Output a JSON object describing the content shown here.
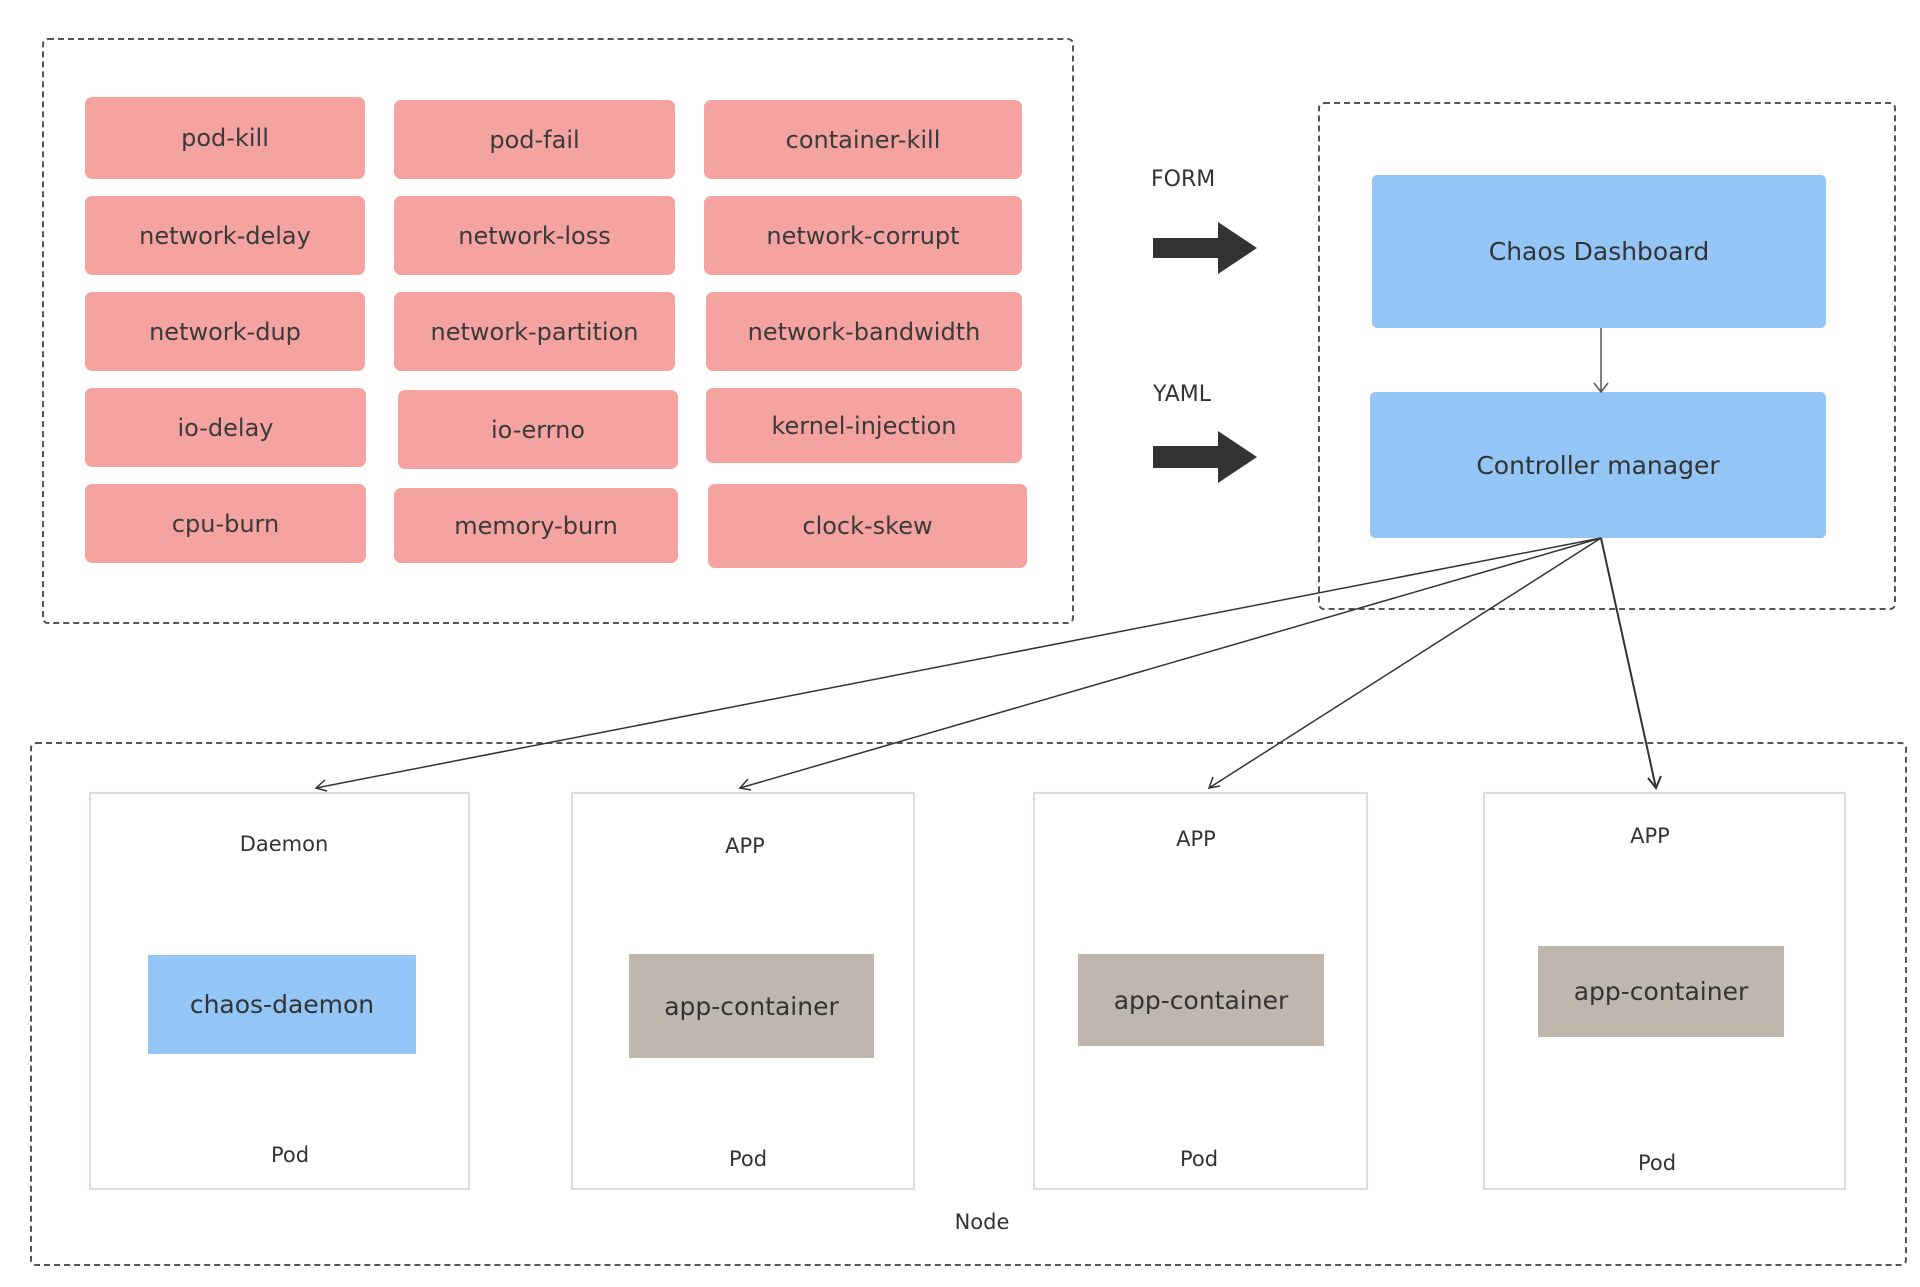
{
  "chaos_types": [
    "pod-kill",
    "pod-fail",
    "container-kill",
    "network-delay",
    "network-loss",
    "network-corrupt",
    "network-dup",
    "network-partition",
    "network-bandwidth",
    "io-delay",
    "io-errno",
    "kernel-injection",
    "cpu-burn",
    "memory-burn",
    "clock-skew"
  ],
  "inputs": {
    "form": "FORM",
    "yaml": "YAML"
  },
  "control_plane": {
    "dashboard": "Chaos Dashboard",
    "controller": "Controller manager"
  },
  "node": {
    "label": "Node",
    "pods": [
      {
        "role": "Daemon",
        "container": "chaos-daemon",
        "kind": "Pod"
      },
      {
        "role": "APP",
        "container": "app-container",
        "kind": "Pod"
      },
      {
        "role": "APP",
        "container": "app-container",
        "kind": "Pod"
      },
      {
        "role": "APP",
        "container": "app-container",
        "kind": "Pod"
      }
    ]
  },
  "colors": {
    "chaos_chip": "#f5a3a0",
    "control_box": "#94c5f7",
    "app_container": "#bfb7ad",
    "arrow": "#333333"
  }
}
